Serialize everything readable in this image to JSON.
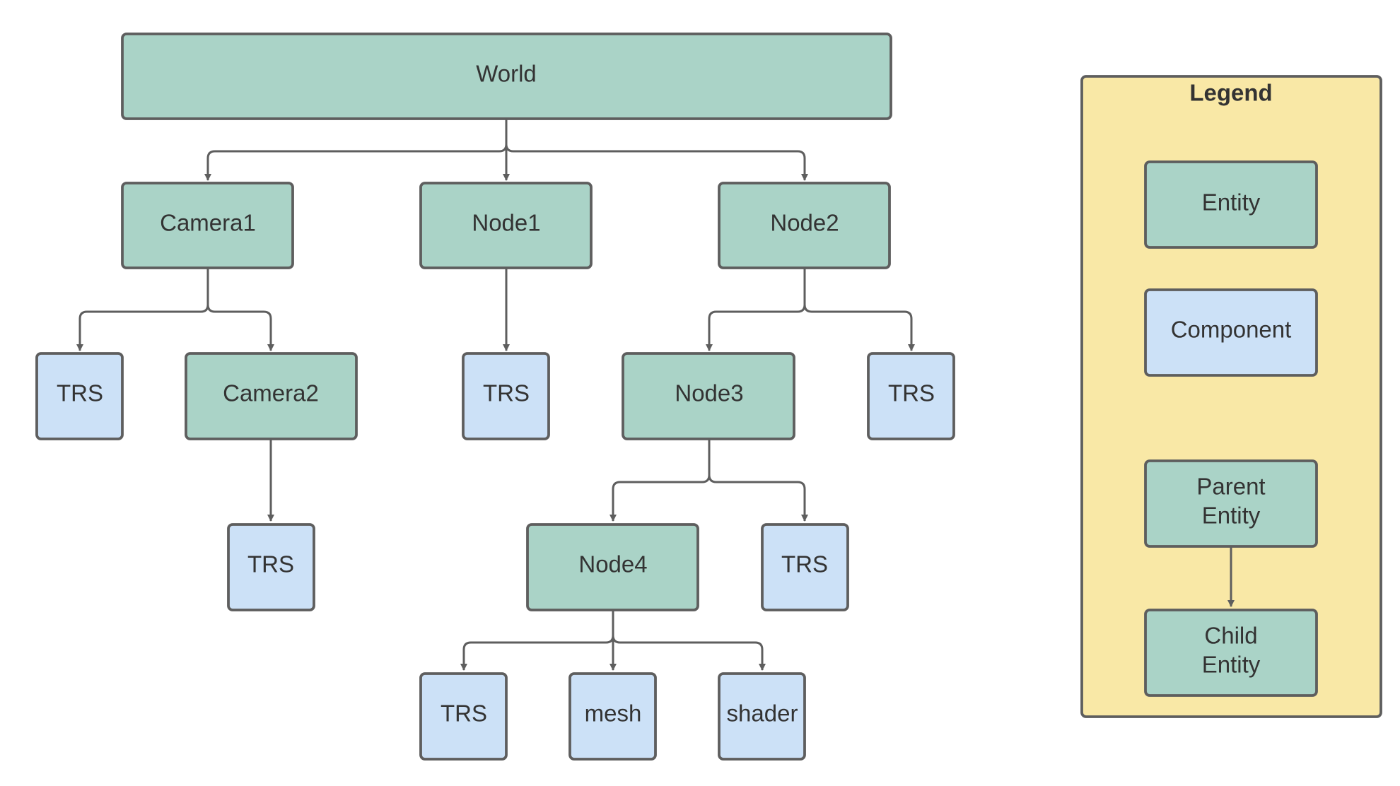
{
  "nodes": {
    "world": "World",
    "camera1": "Camera1",
    "node1": "Node1",
    "node2": "Node2",
    "trs_camera1": "TRS",
    "camera2": "Camera2",
    "trs_node1": "TRS",
    "node3": "Node3",
    "trs_node2": "TRS",
    "trs_camera2": "TRS",
    "node4": "Node4",
    "trs_node3": "TRS",
    "trs_node4": "TRS",
    "mesh": "mesh",
    "shader": "shader"
  },
  "node_types": {
    "entity": "entity",
    "component": "component"
  },
  "legend": {
    "title": "Legend",
    "entity": "Entity",
    "component": "Component",
    "parent_line1": "Parent",
    "parent_line2": "Entity",
    "child_line1": "Child",
    "child_line2": "Entity"
  },
  "edges": [
    [
      "world",
      "camera1"
    ],
    [
      "world",
      "node1"
    ],
    [
      "world",
      "node2"
    ],
    [
      "camera1",
      "trs_camera1"
    ],
    [
      "camera1",
      "camera2"
    ],
    [
      "node1",
      "trs_node1"
    ],
    [
      "node2",
      "node3"
    ],
    [
      "node2",
      "trs_node2"
    ],
    [
      "camera2",
      "trs_camera2"
    ],
    [
      "node3",
      "node4"
    ],
    [
      "node3",
      "trs_node3"
    ],
    [
      "node4",
      "trs_node4"
    ],
    [
      "node4",
      "mesh"
    ],
    [
      "node4",
      "shader"
    ]
  ],
  "colors": {
    "entity_fill": "#aad3c7",
    "component_fill": "#cce1f7",
    "legend_fill": "#f9e8a6",
    "stroke": "#5e5e5e",
    "text": "#333333"
  }
}
